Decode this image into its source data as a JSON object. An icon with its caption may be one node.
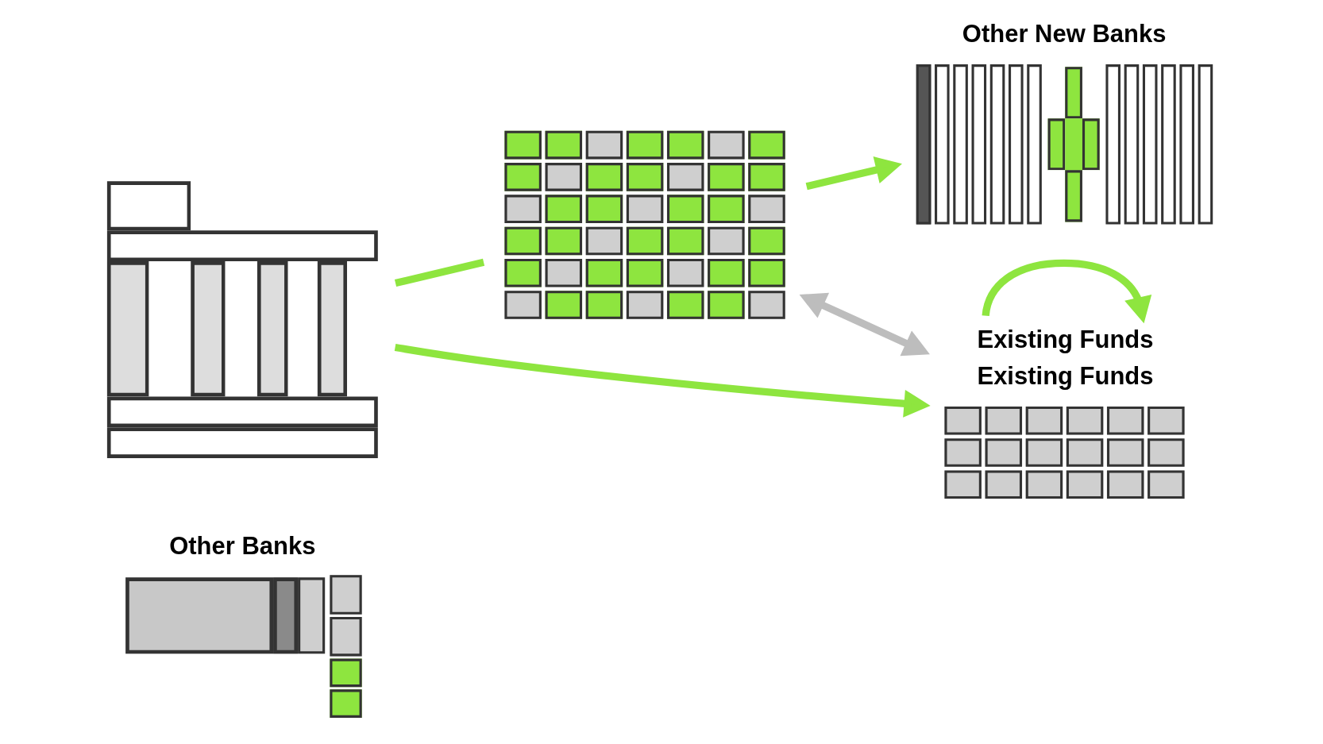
{
  "diagram": {
    "nodes": [
      {
        "text": [],
        "shape": "picture",
        "beside": [
          "Other Banks"
        ]
      },
      {
        "text": [],
        "shape": "picture",
        "beside": [
          "Other New Banks"
        ]
      },
      {
        "text": [],
        "shape": "picture"
      },
      {
        "text": [],
        "shape": "picture"
      },
      {
        "text": [],
        "shape": "picture",
        "beside": [
          "Existing Funds",
          "Existing Funds"
        ]
      }
    ],
    "edges": [
      {
        "from": 2,
        "to": 4,
        "arrow": "to"
      },
      {
        "from": 4,
        "to": 4,
        "arrow": "to"
      },
      {
        "from": 3,
        "to": 1,
        "arrow": "to"
      },
      {
        "from": 2,
        "to": 3,
        "arrow": "none"
      },
      {
        "from": 3,
        "to": 4,
        "arrow": "both",
        "color": "#bdbdbd"
      }
    ]
  }
}
